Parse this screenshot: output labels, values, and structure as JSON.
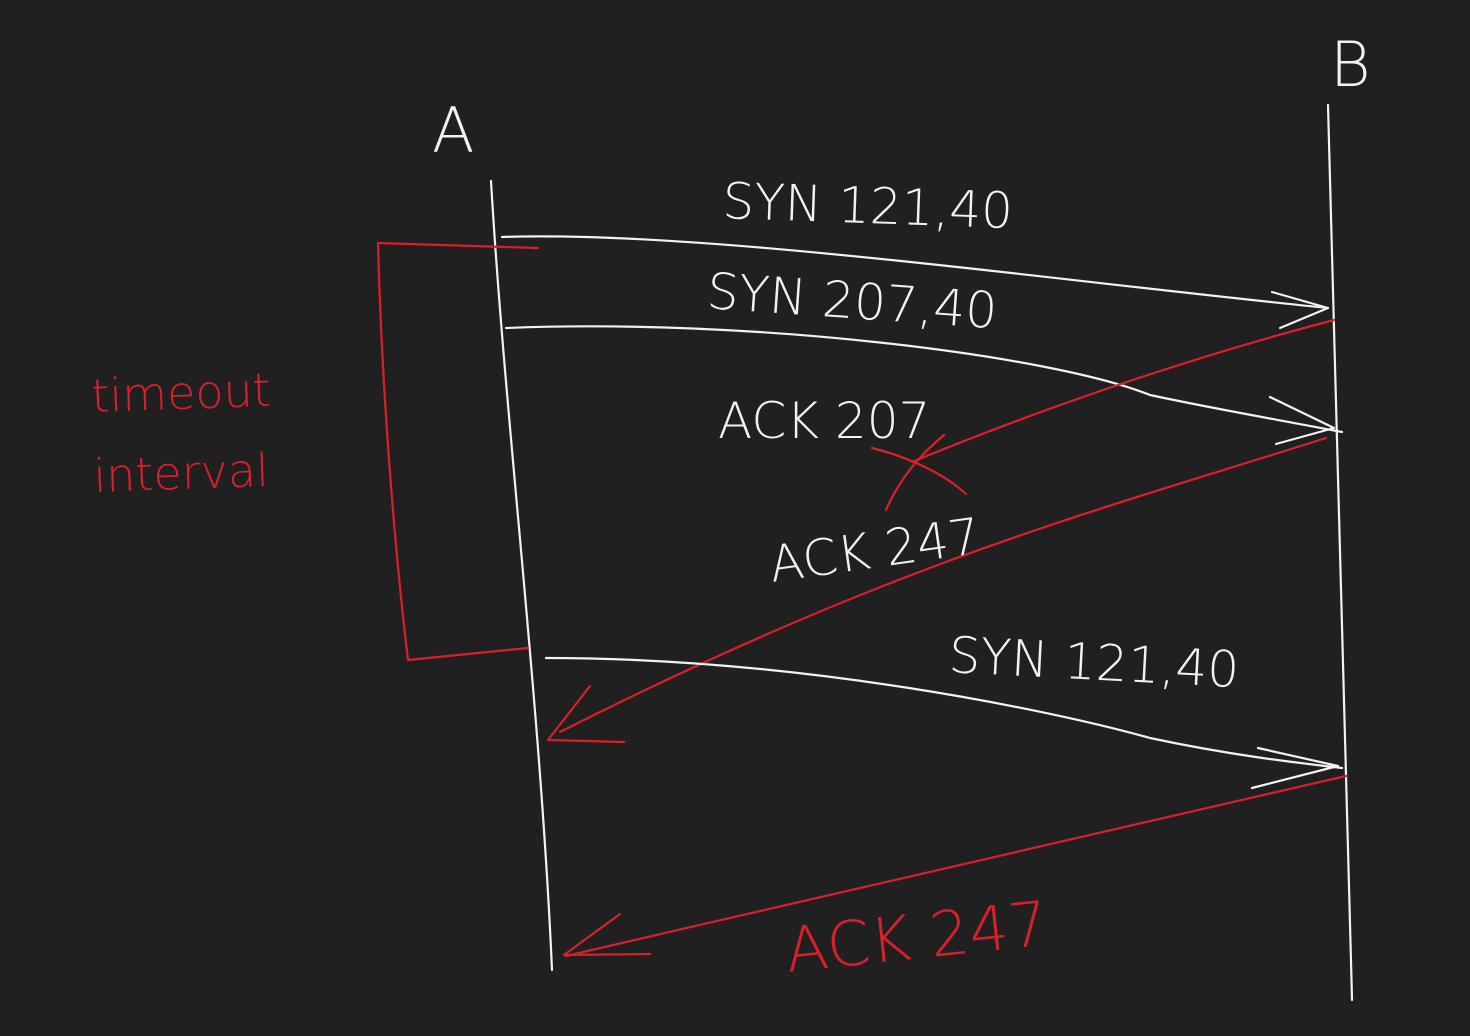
{
  "diagram": {
    "host_a_label": "A",
    "host_b_label": "B",
    "messages": [
      {
        "label": "SYN 121,40",
        "direction": "A-to-B"
      },
      {
        "label": "SYN 207,40",
        "direction": "A-to-B"
      },
      {
        "label": "ACK 207",
        "direction": "B-to-A",
        "lost": true
      },
      {
        "label": "ACK 247",
        "direction": "B-to-A"
      },
      {
        "label": "SYN 121,40",
        "direction": "A-to-B",
        "retransmission": true
      },
      {
        "label": "ACK 247",
        "direction": "B-to-A"
      }
    ],
    "timeout_label_line1": "timeout",
    "timeout_label_line2": "interval",
    "colors": {
      "background": "#212020",
      "primary_ink": "#f2f2f2",
      "highlight_ink": "#d9202a"
    }
  }
}
